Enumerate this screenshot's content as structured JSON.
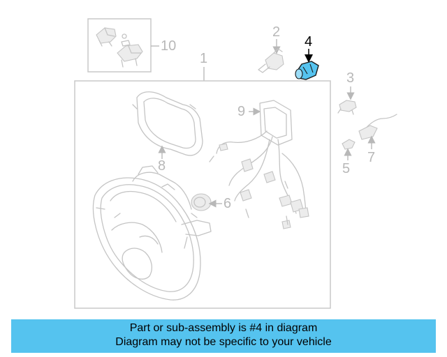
{
  "diagram": {
    "callouts": {
      "c1": "1",
      "c2": "2",
      "c3": "3",
      "c4": "4",
      "c5": "5",
      "c6": "6",
      "c7": "7",
      "c8": "8",
      "c9": "9",
      "c10": "10"
    },
    "highlight_color": "#55c3ef",
    "highlighted_part": "4"
  },
  "banner": {
    "line1": "Part or sub-assembly is #4 in diagram",
    "line2": "Diagram may not be specific to your vehicle",
    "background": "#55c3ef"
  }
}
